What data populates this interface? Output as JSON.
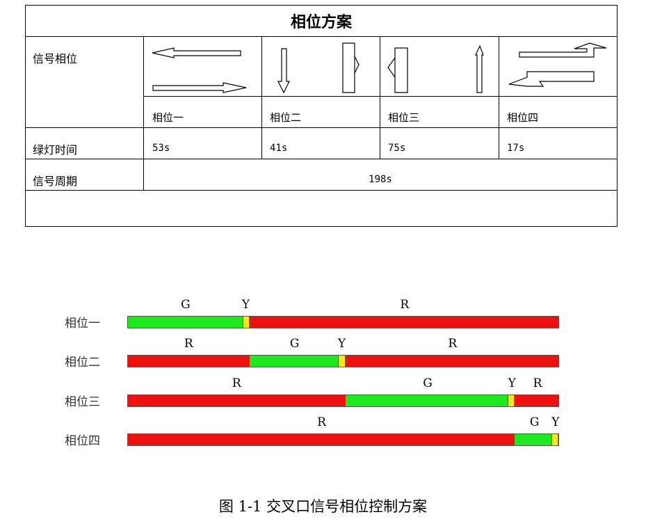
{
  "table": {
    "title": "相位方案",
    "row_labels": {
      "signal_phase": "信号相位",
      "green_time": "绿灯时间",
      "cycle": "信号周期"
    },
    "phases": [
      {
        "name": "相位一",
        "green": "53s"
      },
      {
        "name": "相位二",
        "green": "41s"
      },
      {
        "name": "相位三",
        "green": "75s"
      },
      {
        "name": "相位四",
        "green": "17s"
      }
    ],
    "cycle_value": "198s"
  },
  "timing": {
    "colors": {
      "G": "#1ee81e",
      "Y": "#f5ea10",
      "R": "#ef1010"
    },
    "rows": [
      {
        "label": "相位一",
        "segments": [
          {
            "state": "G",
            "duration": 53
          },
          {
            "state": "Y",
            "duration": 3
          },
          {
            "state": "R",
            "duration": 142
          }
        ]
      },
      {
        "label": "相位二",
        "segments": [
          {
            "state": "R",
            "duration": 56
          },
          {
            "state": "G",
            "duration": 41
          },
          {
            "state": "Y",
            "duration": 3
          },
          {
            "state": "R",
            "duration": 98
          }
        ]
      },
      {
        "label": "相位三",
        "segments": [
          {
            "state": "R",
            "duration": 100
          },
          {
            "state": "G",
            "duration": 75
          },
          {
            "state": "Y",
            "duration": 3
          },
          {
            "state": "R",
            "duration": 20
          }
        ]
      },
      {
        "label": "相位四",
        "segments": [
          {
            "state": "R",
            "duration": 178
          },
          {
            "state": "G",
            "duration": 17
          },
          {
            "state": "Y",
            "duration": 3
          }
        ]
      }
    ]
  },
  "caption": "图 1-1 交叉口信号相位控制方案"
}
